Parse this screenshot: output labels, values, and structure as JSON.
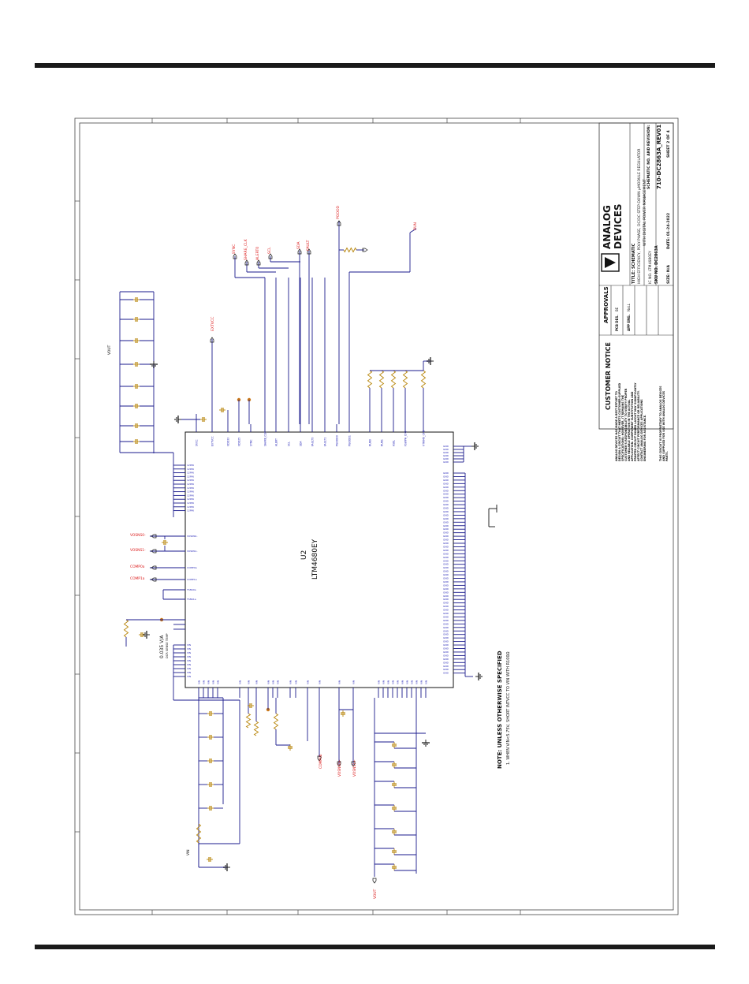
{
  "chip": {
    "ref": "U2",
    "part": "LTM4680EY",
    "left_pins": [
      "SVCC",
      "EXTVCC",
      "VDD33",
      "VDD25",
      "SYNC",
      "SHARE_CLK",
      "ALERT",
      "SCL",
      "SDA",
      "FAULT0",
      "FAULT1",
      "PGOOD0",
      "PGOOD1",
      "RUN0",
      "RUN1",
      "ASEL",
      "FSWPH_CFG",
      "VTRIM0_CFG",
      "VTRIM1_CFG",
      "VOUT0_CFG",
      "VOUT1_CFG"
    ],
    "top_pins": [
      "INTVCC",
      "INTVCC",
      "INTVCC",
      "INTVCC",
      "INTVCC",
      "INTVCC",
      "INTVCC",
      "INTVCC",
      "INTVCC",
      "INTVCC",
      "INTVCC",
      "INTVCC"
    ],
    "mid_pins": [
      "VOSNS0-",
      "VOSNS1-",
      "COMP0a",
      "COMP1a",
      "TSNS0a",
      "TSNS1a"
    ],
    "bottom_pins": [
      "VIN",
      "VIN",
      "VIN",
      "VIN",
      "VIN",
      "VIN",
      "VIN",
      "VIN"
    ],
    "right_pins_top": [
      "GND",
      "GND",
      "GND",
      "GND",
      "GND"
    ]
  },
  "nets": {
    "top_labels": [
      "SYNC",
      "SHARE_CLK",
      "ALERT0",
      "SCL",
      "SDA",
      "FAULT",
      "PGOOD",
      "RUN"
    ],
    "left_labels": [
      "VOSNS0-",
      "VOSNS1-",
      "COMP0a",
      "COMP1a"
    ],
    "bottom_labels": [
      "COMP0b",
      "VOSNS0+",
      "VOSNS1+",
      "VOUT"
    ],
    "extvcc": "EXTVCC",
    "vout": "VOUT",
    "vin": "VIN",
    "note_current": "0.035 V/A",
    "note_current_sub": "DCR SENSE TEMP"
  },
  "notes": {
    "title": "NOTE: UNLESS OTHERWISE SPECIFIED",
    "item1": "1. WHEN VIN<5.75V, SHORT INTVCC TO VIN WITH R100Ω"
  },
  "customer_notice": {
    "title": "CUSTOMER NOTICE",
    "body": "ANALOG DEVICES HAS MADE A BEST EFFORT TO DESIGN A CIRCUIT THAT MEETS CUSTOMER-SUPPLIED SPECIFICATIONS; HOWEVER, IT REMAINS THE CUSTOMER'S RESPONSIBILITY TO VERIFY PROPER AND RELIABLE OPERATION IN THE ACTUAL APPLICATION. COMPONENT SUBSTITUTION AND PRINTED CIRCUIT BOARD LAYOUT MAY SIGNIFICANTLY AFFECT CIRCUIT PERFORMANCE OR RELIABILITY. CONTACT ANALOG DEVICES APPLICATIONS ENGINEERING FOR ASSISTANCE.",
    "footer": "THIS CIRCUIT IS PROPRIETARY TO ANALOG DEVICES AND SUPPLIED FOR USE WITH ANALOG DEVICES PARTS."
  },
  "approvals": {
    "title": "APPROVALS",
    "pcb_des": "PCB DES.",
    "pcb_des_val": "BE",
    "app_eng": "APP ENG.",
    "app_eng_val": "NoLL"
  },
  "title_block": {
    "logo_line1": "ANALOG",
    "logo_line2": "DEVICES",
    "title_label": "TITLE: SCHEMATIC",
    "title_line1": "HIGH EFFICIENCY, POLY-PHASE, DC/DC STEP-DOWN µMODULE REGULATOR",
    "title_line2": "WITH DIGITAL POWER MANAGEMENT",
    "ic_no": "IC NO.   LTM4680EY",
    "skuno": "SKU NO.   DC2863A",
    "sheet_label": "SCHEMATIC NO. AND REVISION:",
    "sheet_no": "710-DC2863A_REV01",
    "size": "SIZE:   N/A",
    "date": "DATE:   01-24-2022",
    "sheet": "SHEET   2   OF   4"
  }
}
